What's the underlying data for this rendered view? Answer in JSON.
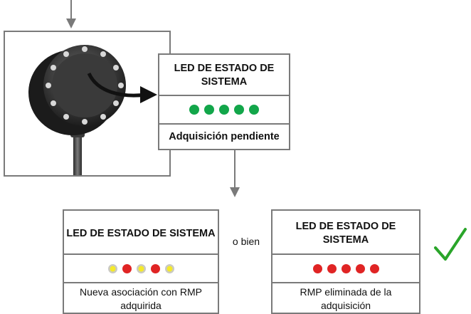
{
  "top_box": {
    "title": "LED DE ESTADO DE SISTEMA",
    "leds": [
      "green",
      "green",
      "green",
      "green",
      "green"
    ],
    "status": "Adquisición pendiente"
  },
  "connector_text": "o bien",
  "left_box": {
    "title": "LED DE ESTADO DE SISTEMA",
    "leds": [
      "yellow",
      "red",
      "yellow",
      "red",
      "yellow"
    ],
    "status": "Nueva asociación con RMP adquirida"
  },
  "right_box": {
    "title": "LED DE ESTADO DE SISTEMA",
    "leds": [
      "red",
      "red",
      "red",
      "red",
      "red"
    ],
    "status": "RMP eliminada de la adquisición"
  },
  "colors": {
    "border": "#7a7a7a",
    "led_green": "#12a64a",
    "led_red": "#e02424",
    "led_yellow": "#f5ea2a",
    "check": "#2aa52a"
  },
  "icons": [
    "down-arrow-icon",
    "device-photo",
    "curved-arrow-icon",
    "check-icon"
  ]
}
